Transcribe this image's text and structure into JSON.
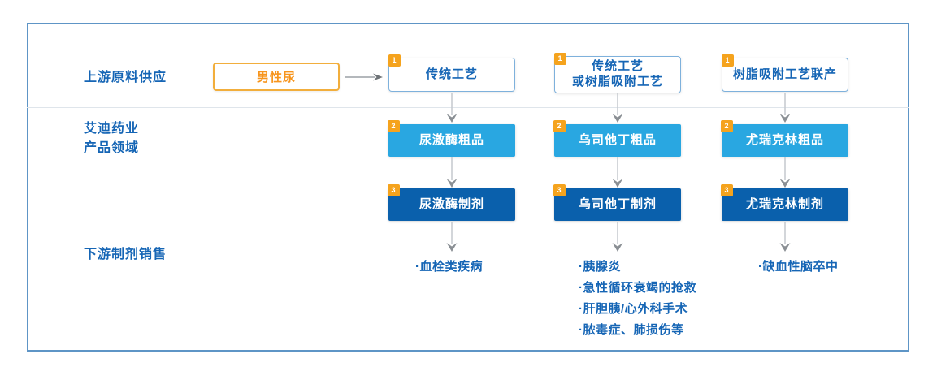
{
  "diagram": {
    "row_labels": {
      "upstream": "上游原料供应",
      "company": "艾迪药业\n产品领域",
      "downstream": "下游制剂销售"
    },
    "source": {
      "label": "男性尿"
    },
    "columns": [
      {
        "process": {
          "badge": "1",
          "label": "传统工艺"
        },
        "crude": {
          "badge": "2",
          "label": "尿激酶粗品"
        },
        "formulation": {
          "badge": "3",
          "label": "尿激酶制剂"
        },
        "applications": [
          "·血栓类疾病"
        ]
      },
      {
        "process": {
          "badge": "1",
          "label": "传统工艺\n或树脂吸附工艺"
        },
        "crude": {
          "badge": "2",
          "label": "乌司他丁粗品"
        },
        "formulation": {
          "badge": "3",
          "label": "乌司他丁制剂"
        },
        "applications": [
          "·胰腺炎",
          "·急性循环衰竭的抢救",
          "·肝胆胰/心外科手术",
          "·脓毒症、肺损伤等"
        ]
      },
      {
        "process": {
          "badge": "1",
          "label": "树脂吸附工艺联产"
        },
        "crude": {
          "badge": "2",
          "label": "尤瑞克林粗品"
        },
        "formulation": {
          "badge": "3",
          "label": "尤瑞克林制剂"
        },
        "applications": [
          "·缺血性脑卒中"
        ]
      }
    ],
    "colors": {
      "label_blue": "#1565B5",
      "light_blue_box": "#29A7E1",
      "dark_blue_box": "#0A60AC",
      "badge_orange": "#F5A31D",
      "source_orange": "#F7951D",
      "frame_border": "#5E95C6"
    }
  }
}
